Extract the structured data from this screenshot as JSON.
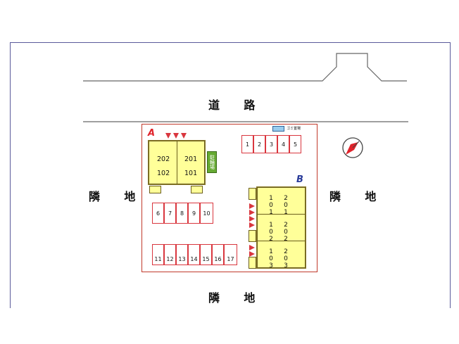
{
  "labels": {
    "road": "道 路",
    "neighbor_left": "隣 地",
    "neighbor_right": "隣 地",
    "neighbor_bottom": "隣 地"
  },
  "buildings": {
    "a": {
      "name": "A",
      "units": [
        "202",
        "201",
        "102",
        "101"
      ]
    },
    "b": {
      "name": "B",
      "units": [
        "201",
        "101",
        "202",
        "102",
        "203",
        "103"
      ]
    }
  },
  "bicycle_parking": "駐輪場",
  "garbage": "ゴミ置場",
  "parking": {
    "top_row": [
      "1",
      "2",
      "3",
      "4",
      "5"
    ],
    "mid_row": [
      "6",
      "7",
      "8",
      "9",
      "10"
    ],
    "bottom_row": [
      "11",
      "12",
      "13",
      "14",
      "15",
      "16",
      "17"
    ]
  },
  "colors": {
    "building_a_label": "#e0222a",
    "building_b_label": "#2b3d9a",
    "parking_outline": "#d9363e",
    "unit_fill": "#ffff99",
    "bicycle_parking_fill": "#66aa33",
    "garbage_fill": "#99ccee",
    "compass": "#e0222a"
  },
  "icons": {
    "compass": "compass-icon",
    "entrance_markers": "entrance-triangle-icon"
  }
}
